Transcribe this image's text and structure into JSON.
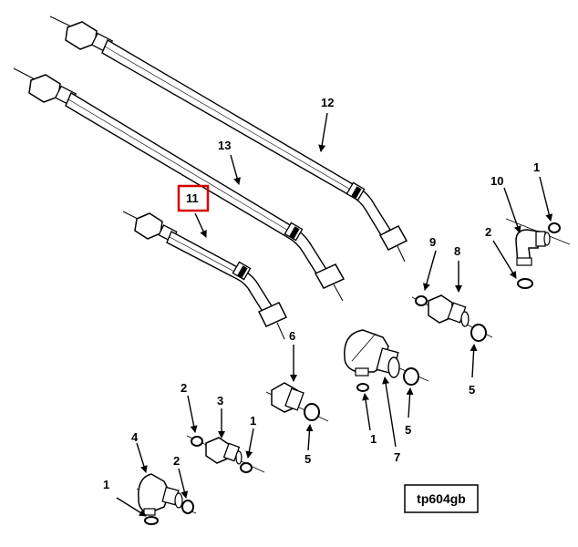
{
  "callouts": {
    "c12": "12",
    "c13": "13",
    "c11": "11",
    "c10": "10",
    "c1a": "1",
    "c2a": "2",
    "c9": "9",
    "c8": "8",
    "c5a": "5",
    "c6": "6",
    "c5b": "5",
    "c1b": "1",
    "c7": "7",
    "c5c": "5",
    "c2b": "2",
    "c3": "3",
    "c1c": "1",
    "c4": "4",
    "c2c": "2",
    "c1d": "1"
  },
  "reference_code": "tp604gb",
  "colors": {
    "ink": "#000000",
    "highlight": "#d90000",
    "paper": "#ffffff"
  }
}
